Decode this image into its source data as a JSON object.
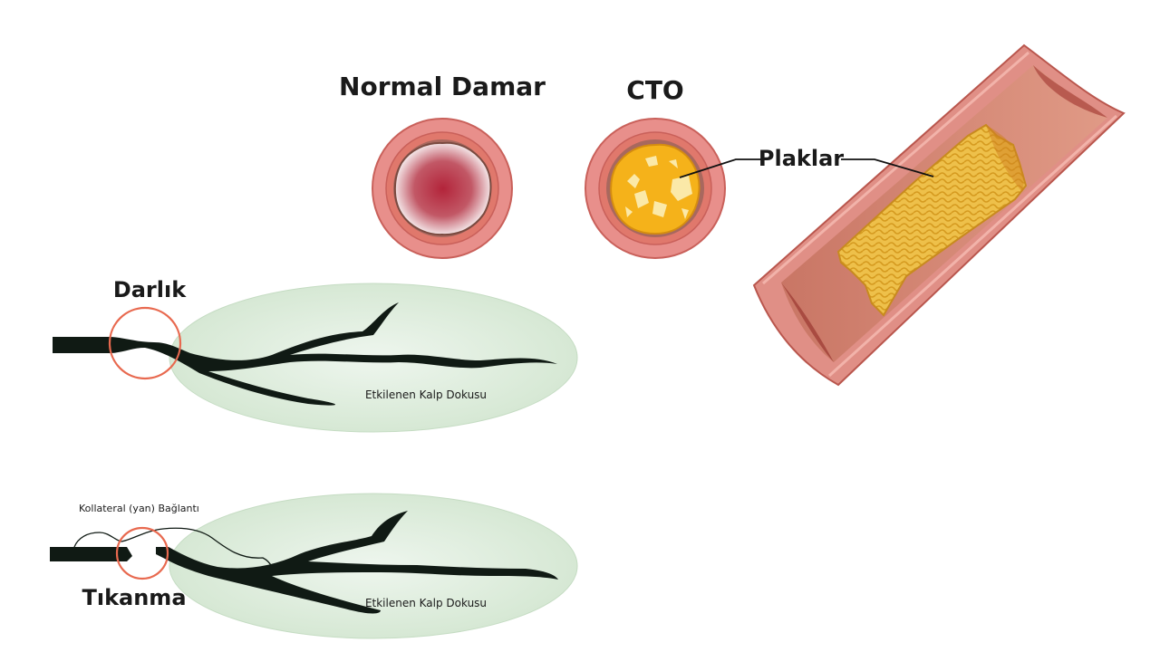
{
  "titles": {
    "normal": "Normal Damar",
    "cto": "CTO"
  },
  "labels": {
    "plaques": "Plaklar",
    "stenosis": "Darlık",
    "occlusion": "Tıkanma",
    "collateral": "Kollateral (yan) Bağlantı",
    "affected_tissue_top": "Etkilenen Kalp Dokusu",
    "affected_tissue_bottom": "Etkilenen Kalp Dokusu"
  },
  "colors": {
    "vessel_outer": "#e88f8b",
    "vessel_wall": "#d66b5e",
    "vessel_lumen": "#b3243a",
    "plaque": "#f5b21a",
    "plaque_light": "#fbe9a8",
    "tissue": "#d9ead8",
    "artery": "#101a14",
    "highlight_circle": "#e8694f"
  }
}
